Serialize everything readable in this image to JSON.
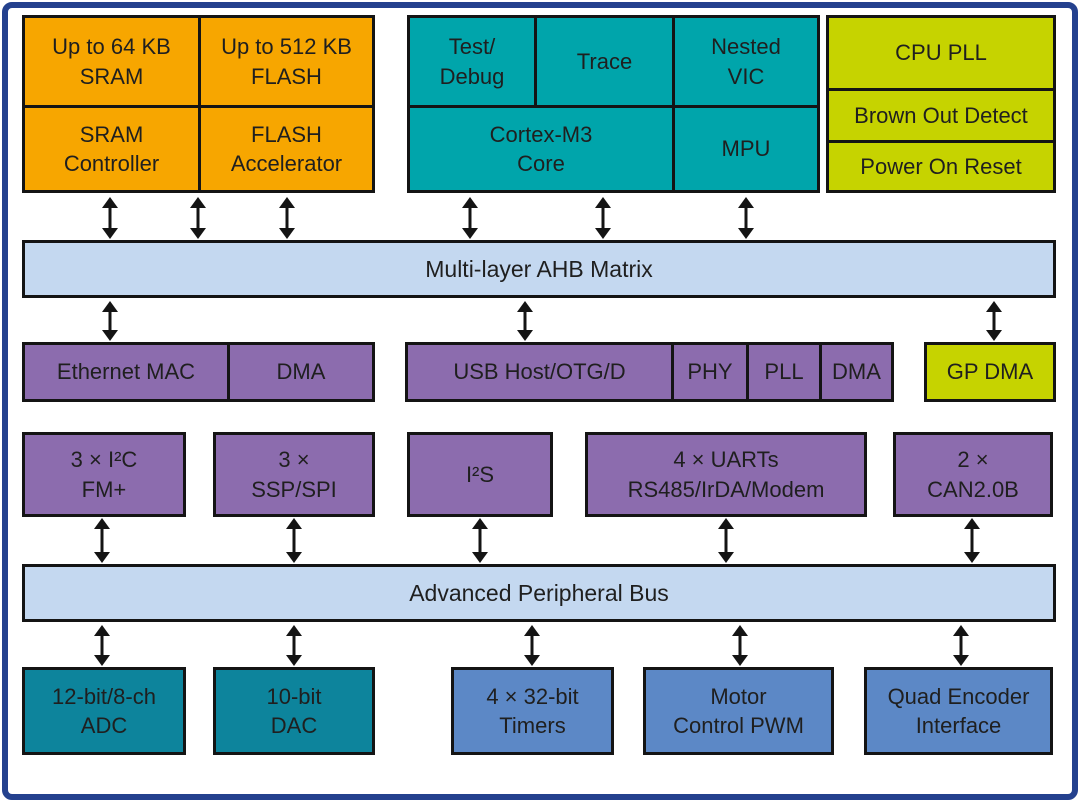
{
  "diagram_type": "microcontroller-block-diagram",
  "blocks": {
    "sram_size": "Up to 64 KB\nSRAM",
    "flash_size": "Up to 512 KB\nFLASH",
    "sram_ctrl": "SRAM\nController",
    "flash_accel": "FLASH\nAccelerator",
    "test_debug": "Test/\nDebug",
    "trace": "Trace",
    "nested_vic": "Nested\nVIC",
    "cortex_core": "Cortex-M3\nCore",
    "mpu": "MPU",
    "cpu_pll": "CPU PLL",
    "brown_out": "Brown Out Detect",
    "power_on_reset": "Power On Reset",
    "ahb_matrix": "Multi-layer AHB Matrix",
    "ethernet_mac": "Ethernet MAC",
    "eth_dma": "DMA",
    "usb_host": "USB Host/OTG/D",
    "usb_phy": "PHY",
    "usb_pll": "PLL",
    "usb_dma": "DMA",
    "gp_dma": "GP DMA",
    "i2c": "3 × I²C\nFM+",
    "ssp_spi": "3 ×\nSSP/SPI",
    "i2s": "I²S",
    "uarts": "4 × UARTs\nRS485/IrDA/Modem",
    "can": "2 ×\nCAN2.0B",
    "apb": "Advanced Peripheral Bus",
    "adc": "12-bit/8-ch\nADC",
    "dac": "10-bit\nDAC",
    "timers": "4 × 32-bit\nTimers",
    "motor_pwm": "Motor\nControl PWM",
    "quad_encoder": "Quad Encoder\nInterface"
  },
  "colors": {
    "memory_orange": "#F7A600",
    "core_teal": "#00A5AB",
    "system_green": "#C6D300",
    "bus_light_blue": "#C4D8F0",
    "peripheral_purple": "#8C6CAE",
    "analog_dark_teal": "#0D849C",
    "timer_blue": "#5C88C6",
    "frame_navy": "#24418E",
    "line_black": "#141414"
  }
}
